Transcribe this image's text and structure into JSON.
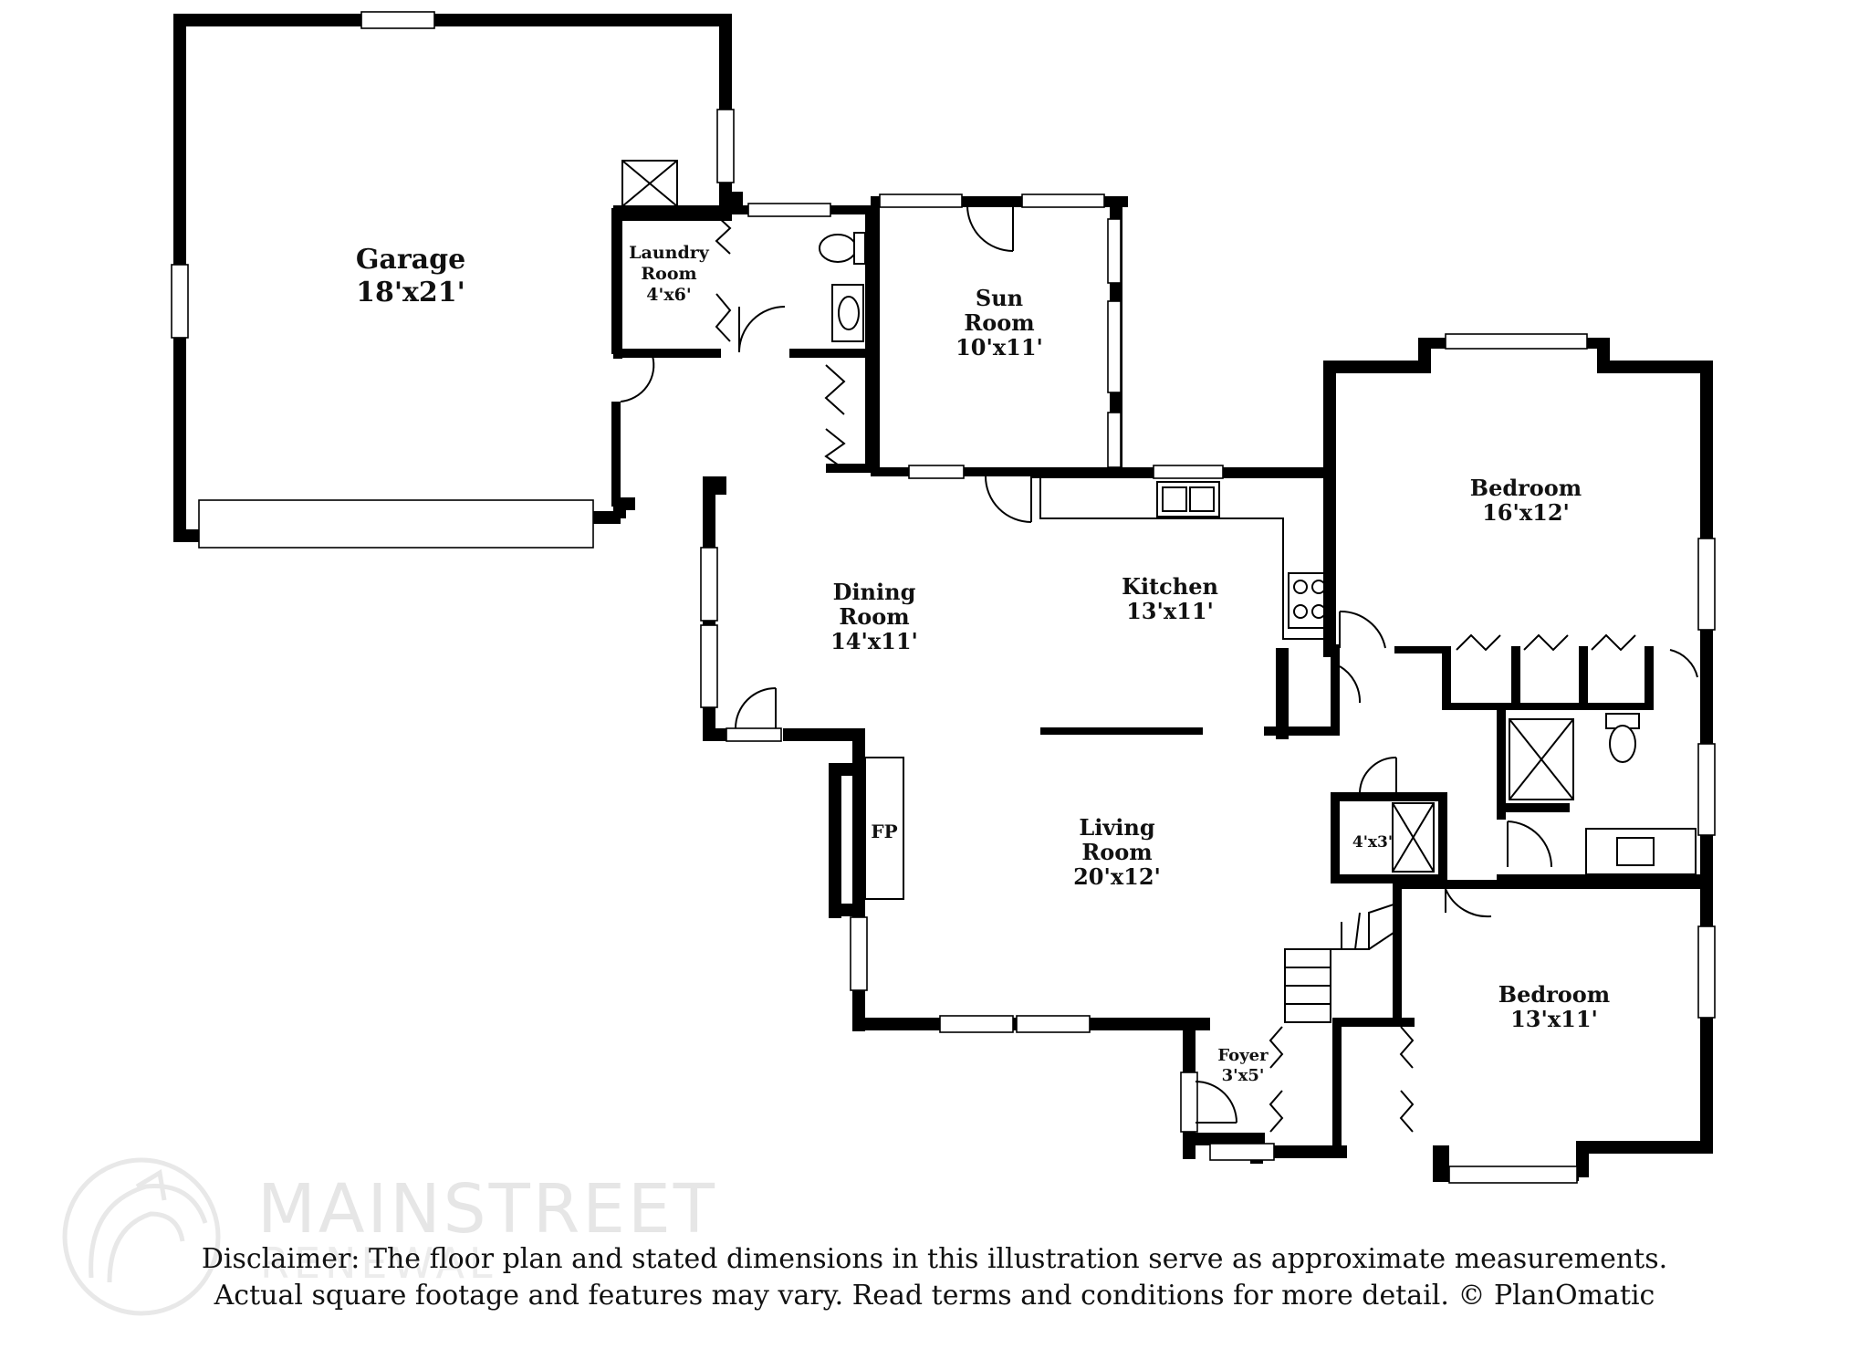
{
  "rooms": {
    "garage": {
      "name": "Garage",
      "dims": "18'x21'"
    },
    "laundry": {
      "name_l1": "Laundry",
      "name_l2": "Room",
      "dims": "4'x6'"
    },
    "sun": {
      "name_l1": "Sun",
      "name_l2": "Room",
      "dims": "10'x11'"
    },
    "dining": {
      "name_l1": "Dining",
      "name_l2": "Room",
      "dims": "14'x11'"
    },
    "kitchen": {
      "name": "Kitchen",
      "dims": "13'x11'"
    },
    "bedroom1": {
      "name": "Bedroom",
      "dims": "16'x12'"
    },
    "living": {
      "name_l1": "Living",
      "name_l2": "Room",
      "dims": "20'x12'"
    },
    "closet": {
      "dims": "4'x3'"
    },
    "fireplace": {
      "label": "FP"
    },
    "foyer": {
      "name": "Foyer",
      "dims": "3'x5'"
    },
    "bedroom2": {
      "name": "Bedroom",
      "dims": "13'x11'"
    }
  },
  "disclaimer": {
    "line1": "Disclaimer: The floor plan and stated dimensions in this illustration serve as approximate measurements.",
    "line2": "Actual square footage and features may vary. Read terms and conditions for more detail. © PlanOmatic"
  },
  "watermark": {
    "brand": "MAINSTREET",
    "sub": "RENEWAL",
    "logo": "mainstreet-logo-icon"
  },
  "colors": {
    "wall": "#000000",
    "background": "#ffffff",
    "watermark": "#e6e6e6"
  }
}
